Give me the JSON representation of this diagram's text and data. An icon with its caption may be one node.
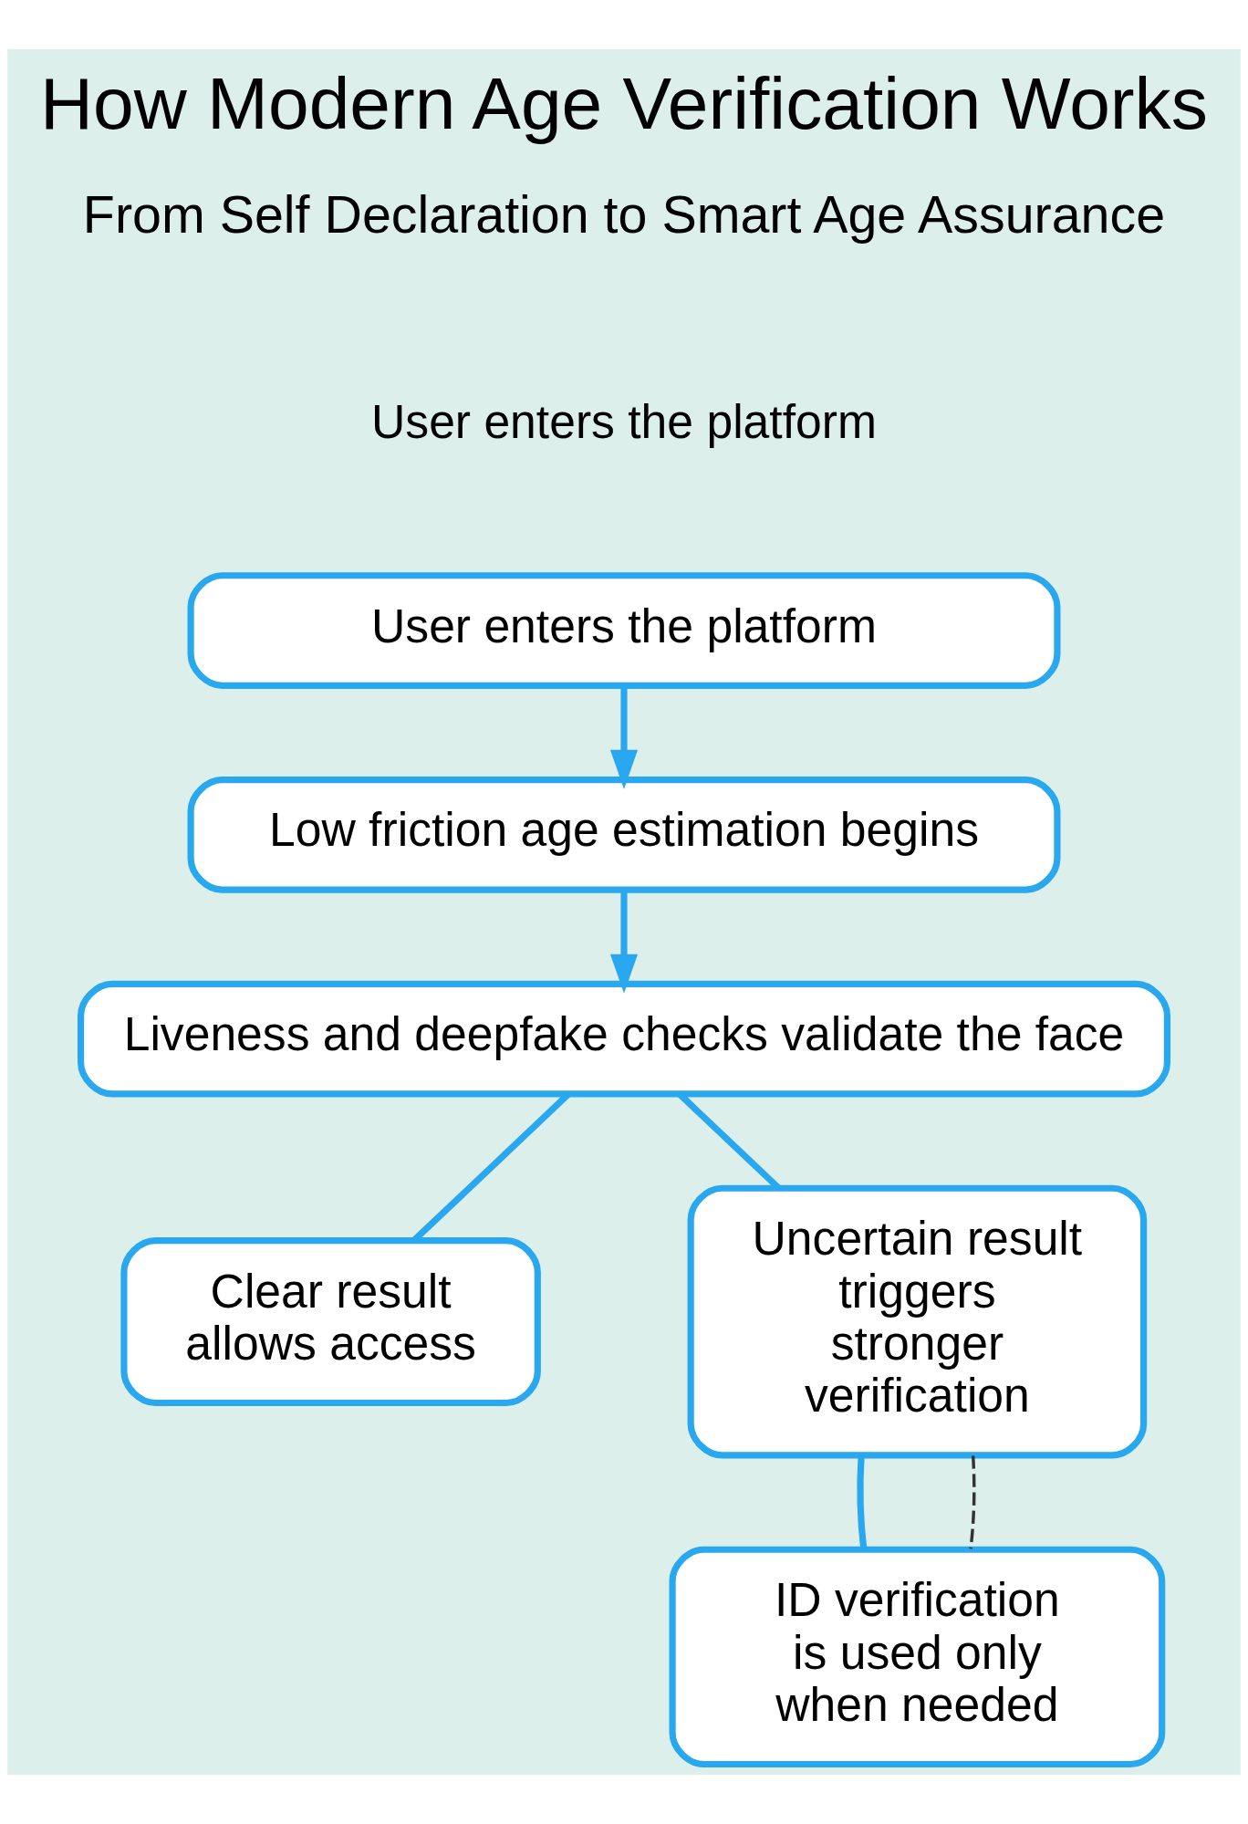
{
  "diagram": {
    "title": "How Modern Age Verification Works",
    "nodes": [
      {
        "text": [
          "User enters the platform"
        ]
      },
      {
        "text": [
          "Low friction age estimation begins"
        ]
      },
      {
        "text": [
          "Liveness and deepfake checks validate the face"
        ]
      },
      {
        "text": [
          "Clear result allows access"
        ]
      },
      {
        "text": [
          "Uncertain result triggers stronger verification"
        ]
      },
      {
        "text": [
          "ID verification is used only when needed"
        ]
      }
    ],
    "edges": [
      {
        "from": 0,
        "to": 1,
        "arrow": "to"
      },
      {
        "from": 1,
        "to": 2,
        "arrow": "to"
      },
      {
        "from": 2,
        "to": 3,
        "arrow": "none"
      },
      {
        "from": 2,
        "to": 4,
        "arrow": "none"
      },
      {
        "from": 4,
        "to": 5,
        "arrow": "none"
      },
      {
        "from": 4,
        "to": 5,
        "arrow": "none",
        "style": "dashed",
        "color": "#333333"
      }
    ],
    "labels": [
      "From Self Declaration to Smart Age Assurance",
      "User enters the platform"
    ]
  }
}
